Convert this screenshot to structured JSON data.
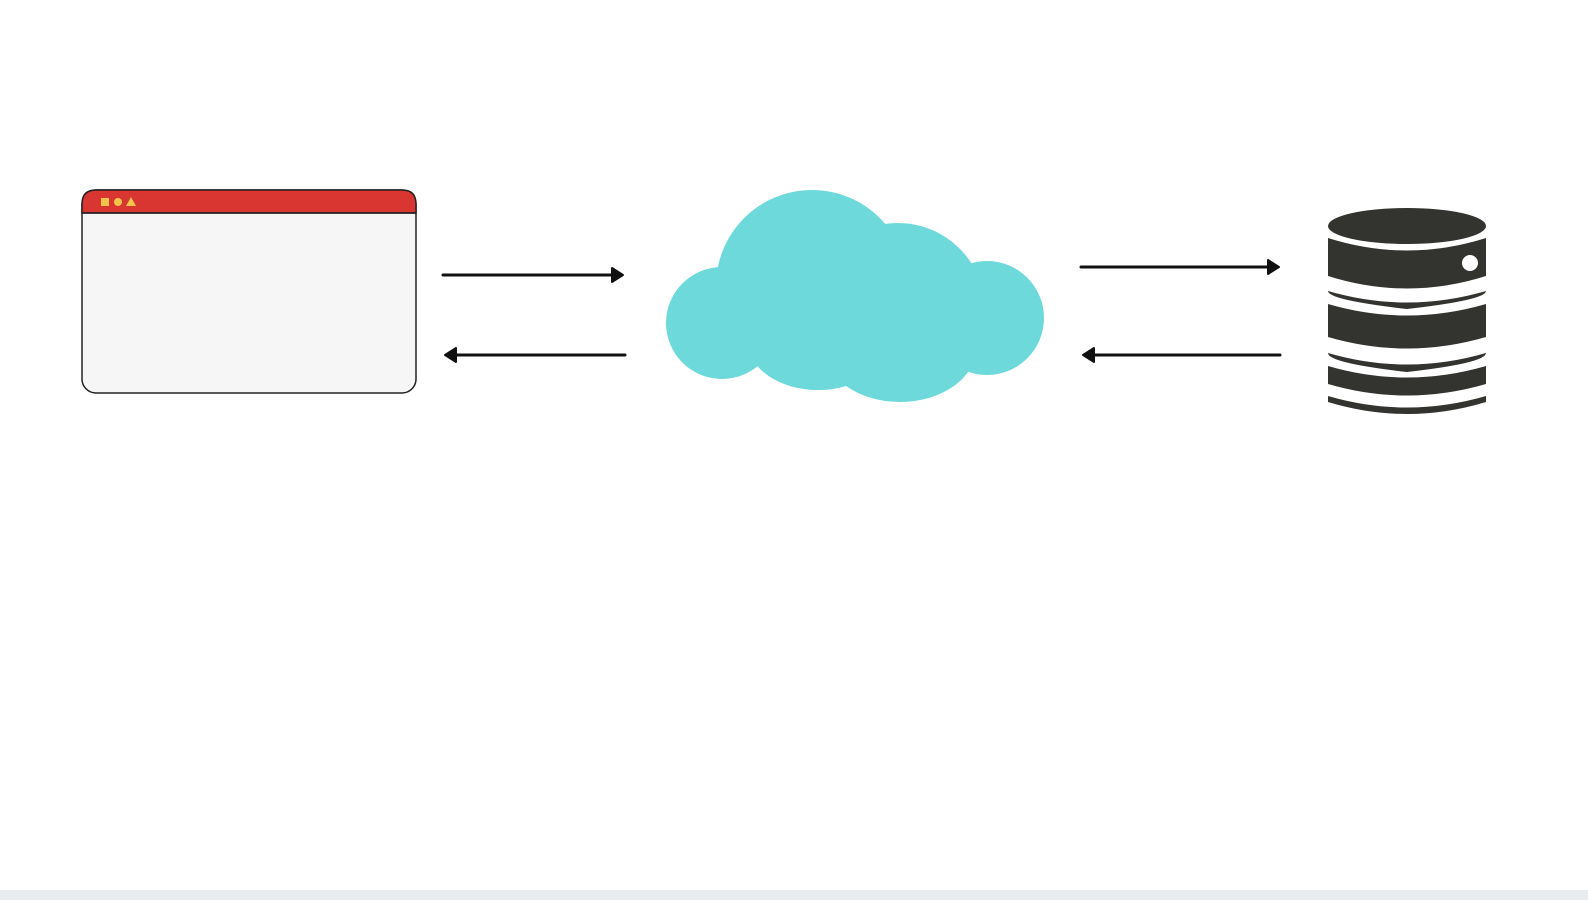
{
  "colors": {
    "background": "#ffffff",
    "browser_titlebar": "#d93632",
    "browser_body": "#f5f6f5",
    "browser_outline": "#222222",
    "browser_controls": "#f3c44a",
    "cloud": "#6dd9db",
    "database": "#333330",
    "arrow": "#111111",
    "bottom_strip": "#e9ecef"
  },
  "icons": {
    "browser": "browser-window-icon",
    "cloud": "cloud-icon",
    "database": "database-icon",
    "arrow_right": "arrow-right-icon",
    "arrow_left": "arrow-left-icon"
  },
  "connections": [
    {
      "from": "browser",
      "to": "cloud",
      "direction": "right"
    },
    {
      "from": "cloud",
      "to": "browser",
      "direction": "left"
    },
    {
      "from": "cloud",
      "to": "database",
      "direction": "right"
    },
    {
      "from": "database",
      "to": "cloud",
      "direction": "left"
    }
  ]
}
